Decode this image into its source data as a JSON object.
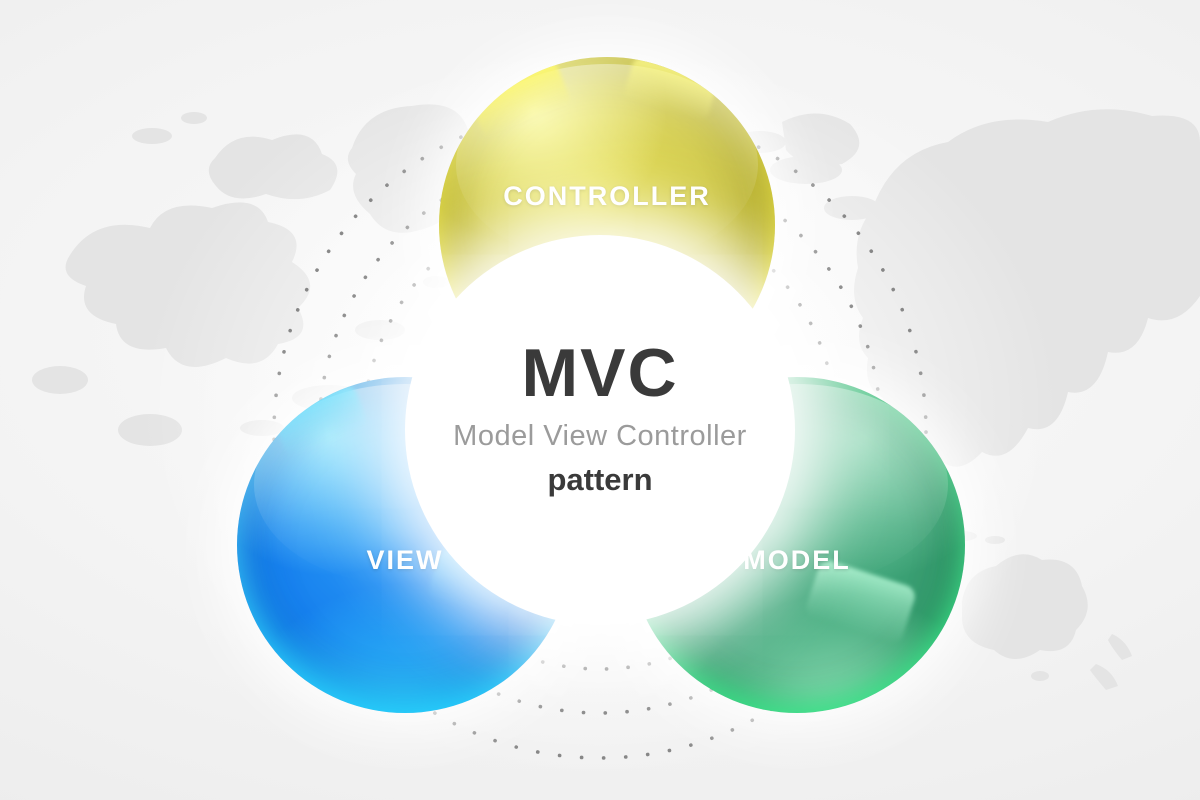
{
  "diagram": {
    "center": {
      "acronym": "MVC",
      "full_name": "Model View Controller",
      "descriptor": "pattern"
    },
    "nodes": [
      {
        "id": "controller",
        "label": "CONTROLLER",
        "position": "top",
        "color_main": "#c9c12a",
        "color_highlight": "#f8ef18"
      },
      {
        "id": "view",
        "label": "VIEW",
        "position": "bottom-left",
        "color_main": "#1781ee",
        "color_highlight": "#24d4ff"
      },
      {
        "id": "model",
        "label": "MODEL",
        "position": "bottom-right",
        "color_main": "#3da377",
        "color_highlight": "#35e486"
      }
    ],
    "background": {
      "style": "world-map silhouette with dotted orbit rings",
      "map_color": "#e4e4e4",
      "orbit_dot_color": "#6a6a6a",
      "orbit_ring_count": 3
    },
    "text_colors": {
      "acronym": "#3a3a3a",
      "full_name": "#9b9b9b",
      "descriptor": "#3a3a3a",
      "node_label": "#ffffff"
    }
  }
}
